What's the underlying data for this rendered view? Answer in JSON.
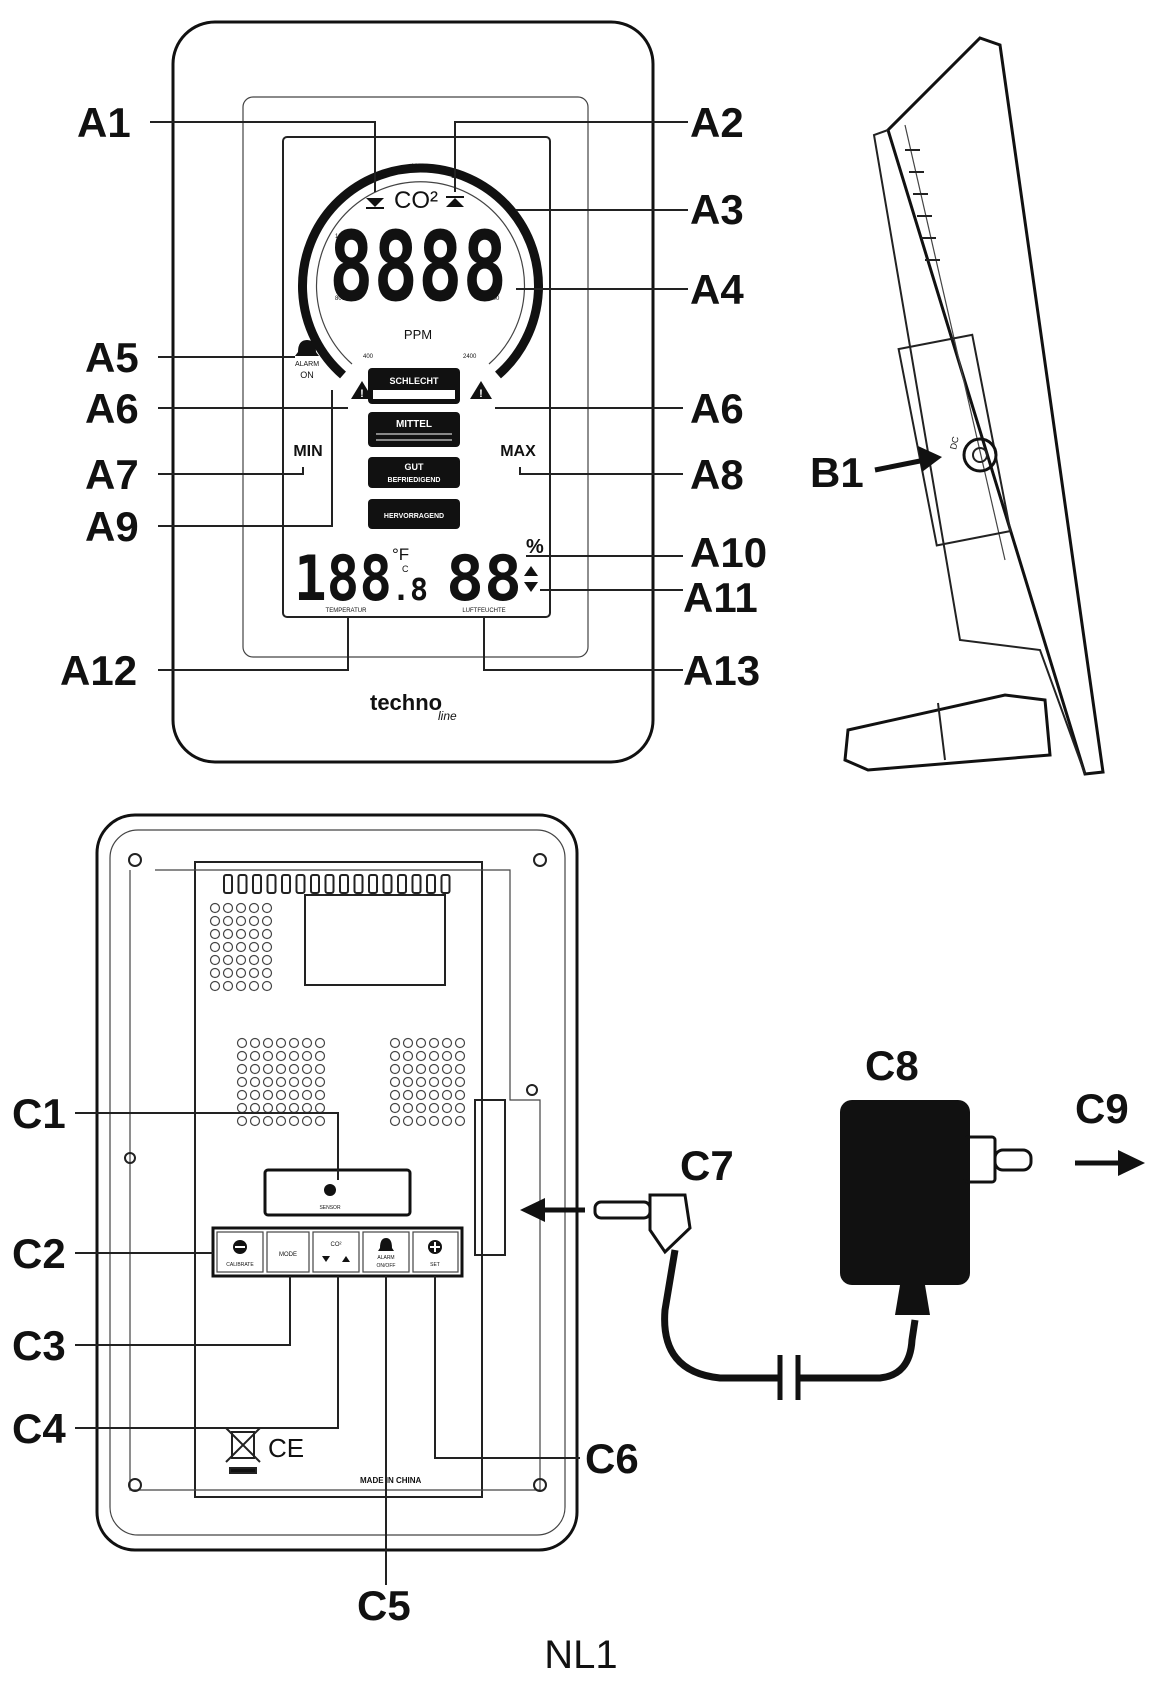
{
  "front": {
    "co2_label": "CO²",
    "co2_display": "8888",
    "unit": "PPM",
    "alarm_label": "ALARM",
    "alarm_state": "ON",
    "status_bad": "SCHLECHT",
    "status_medium": "MITTEL",
    "status_good": "GUT",
    "status_good_line2": "BEFRIEDIGEND",
    "status_excellent": "HERVORRAGEND",
    "min_label": "MIN",
    "max_label": "MAX",
    "temp_display": "188",
    "temp_decimal": ".8",
    "temp_unit": "°F",
    "temp_unit_alt": "C",
    "temp_caption": "TEMPERATUR",
    "humidity_display": "88",
    "humidity_unit": "%",
    "humidity_caption": "LUFTFEUCHTE",
    "brand_main": "techno",
    "brand_sub": "line"
  },
  "back": {
    "button_calibrate": "CALIBRATE",
    "button_mode": "MODE",
    "button_alarm": "ALARM",
    "button_alarm_state": "ON/OFF",
    "button_set": "SET",
    "made_in": "MADE IN CHINA",
    "ce_mark": "CE",
    "sensor_label": "SENSOR"
  },
  "side": {
    "dc_label": "DC"
  },
  "callouts": {
    "A1": "A1",
    "A2": "A2",
    "A3": "A3",
    "A4": "A4",
    "A5": "A5",
    "A6_left": "A6",
    "A6_right": "A6",
    "A7": "A7",
    "A8": "A8",
    "A9": "A9",
    "A10": "A10",
    "A11": "A11",
    "A12": "A12",
    "A13": "A13",
    "B1": "B1",
    "C1": "C1",
    "C2": "C2",
    "C3": "C3",
    "C4": "C4",
    "C5": "C5",
    "C6": "C6",
    "C7": "C7",
    "C8": "C8",
    "C9": "C9"
  },
  "page_label": "NL1"
}
